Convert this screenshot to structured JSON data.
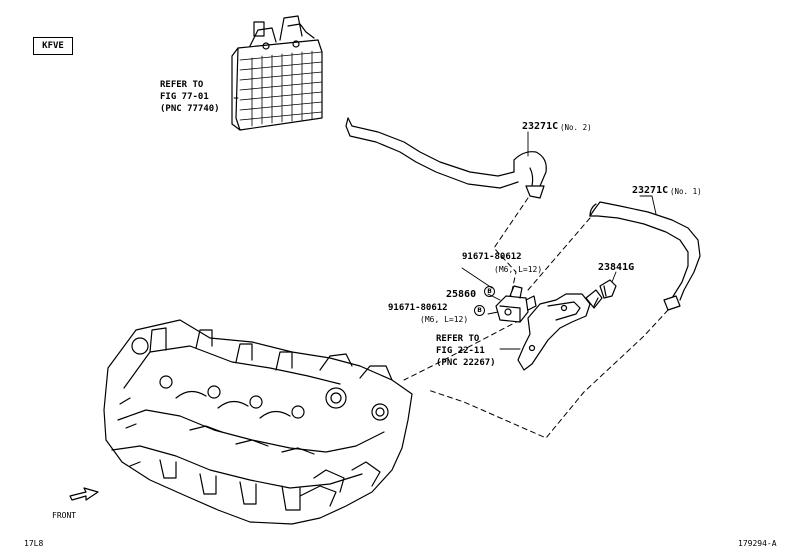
{
  "engine_code": "KFVE",
  "canister_ref": {
    "line1": "REFER TO",
    "line2": "FIG 77-01",
    "line3": "(PNC 77740)"
  },
  "hose_no2": {
    "part": "23271C",
    "note": "(No. 2)"
  },
  "hose_no1": {
    "part": "23271C",
    "note": "(No. 1)"
  },
  "bolt_upper": {
    "part": "91671-80612",
    "spec": "(M6, L=12)",
    "callout": "B"
  },
  "bolt_lower": {
    "part": "91671-80612",
    "spec": "(M6, L=12)",
    "callout": "B"
  },
  "vsv": {
    "part": "25860"
  },
  "hose_clip": {
    "part": "23841G"
  },
  "bracket_ref": {
    "line1": "REFER TO",
    "line2": "FIG 22-11",
    "line3": "(PNC 22267)"
  },
  "front_label": "FRONT",
  "footer_left": "17L8",
  "footer_right": "179294-A"
}
